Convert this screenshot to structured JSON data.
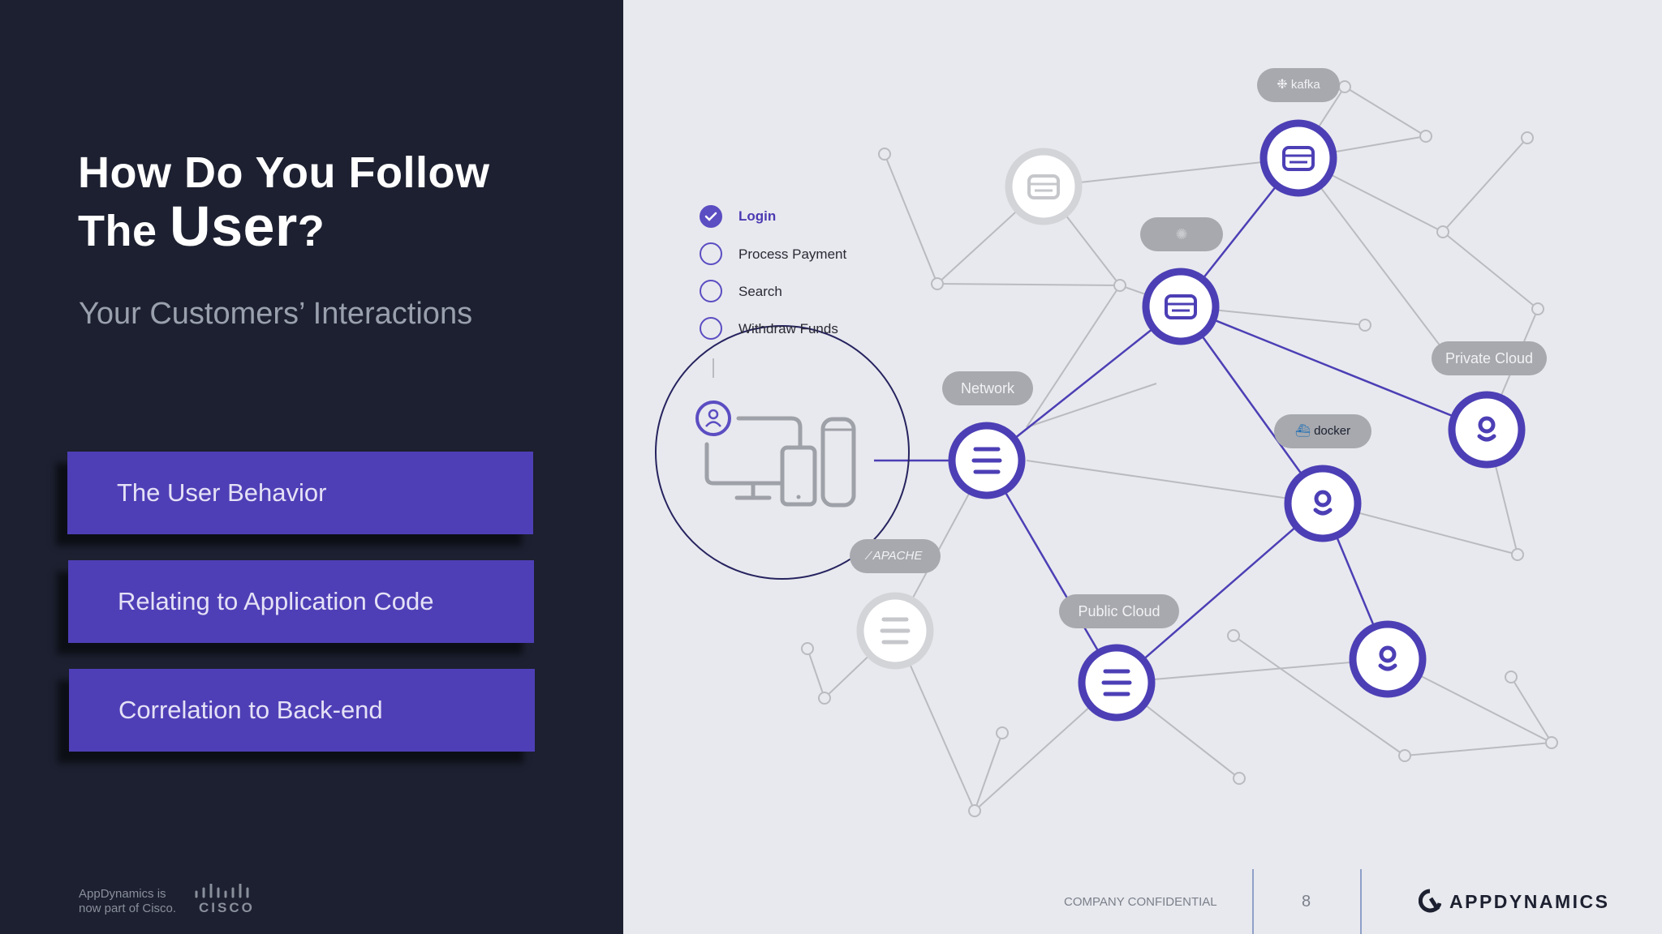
{
  "slide": {
    "title_line1": "How Do You Follow",
    "title_the": "The",
    "title_user": "User",
    "title_q": "?",
    "subtitle": "Your Customers’ Interactions",
    "cards": [
      {
        "label": "The User Behavior"
      },
      {
        "label": "Relating to Application Code"
      },
      {
        "label": "Correlation to Back-end"
      }
    ],
    "footer_note_line1": "AppDynamics is",
    "footer_note_line2": "now part of Cisco.",
    "cisco_logo_text": "CISCO"
  },
  "checklist": [
    {
      "label": "Login",
      "checked": true
    },
    {
      "label": "Process Payment",
      "checked": false
    },
    {
      "label": "Search",
      "checked": false
    },
    {
      "label": "Withdraw Funds",
      "checked": false
    }
  ],
  "pills": {
    "network": "Network",
    "private_cloud": "Private Cloud",
    "public_cloud": "Public Cloud",
    "kafka": "kafka",
    "docker": "docker",
    "apache": "APACHE"
  },
  "footer": {
    "confidential": "COMPANY CONFIDENTIAL",
    "page_number": "8",
    "brand": "APPDYNAMICS"
  },
  "colors": {
    "left_bg": "#1c2030",
    "accent_purple": "#4f3fb6",
    "right_bg": "#e8e9ee"
  }
}
